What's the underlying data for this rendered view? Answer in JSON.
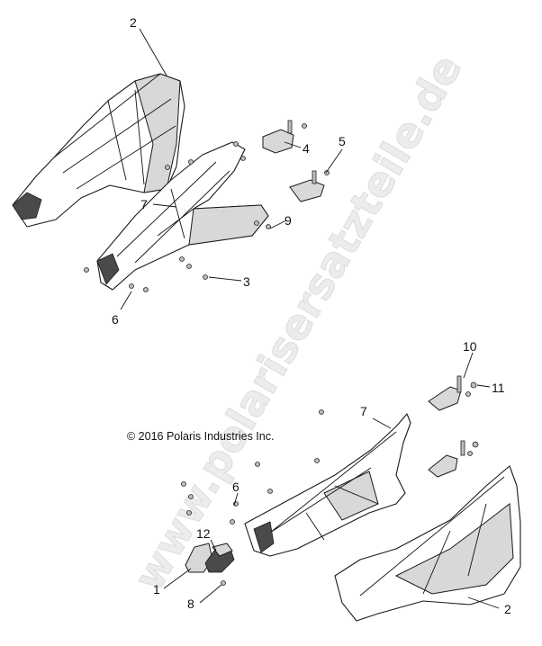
{
  "watermark": "www.polarisersatzteile.de",
  "copyright": "© 2016 Polaris Industries Inc.",
  "callouts": {
    "top_2": "2",
    "top_7": "7",
    "top_4": "4",
    "top_5": "5",
    "top_9": "9",
    "top_3": "3",
    "top_6": "6",
    "bot_10": "10",
    "bot_11": "11",
    "bot_7": "7",
    "bot_6": "6",
    "bot_12": "12",
    "bot_1": "1",
    "bot_8": "8",
    "bot_2": "2"
  }
}
